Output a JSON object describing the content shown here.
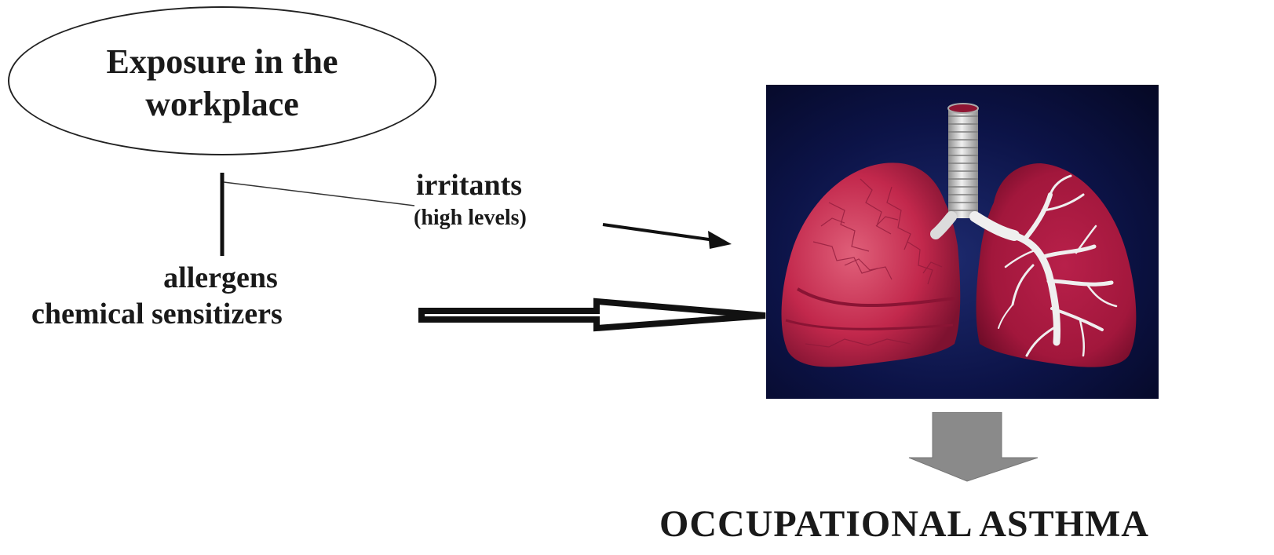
{
  "source": {
    "title": "Exposure in the workplace"
  },
  "agents": {
    "irritants_label": "irritants",
    "irritants_note": "(high levels)",
    "allergens_label": "allergens",
    "sensitizers_label": "chemical sensitizers"
  },
  "outcome": {
    "label": "OCCUPATIONAL ASTHMA"
  },
  "illustration": {
    "subject": "lungs-icon",
    "background_color": "#0c1347",
    "lung_color": "#c2284c",
    "airway_color": "#e8e8e8"
  },
  "arrows": {
    "result_arrow_color": "#8a8a8a"
  }
}
